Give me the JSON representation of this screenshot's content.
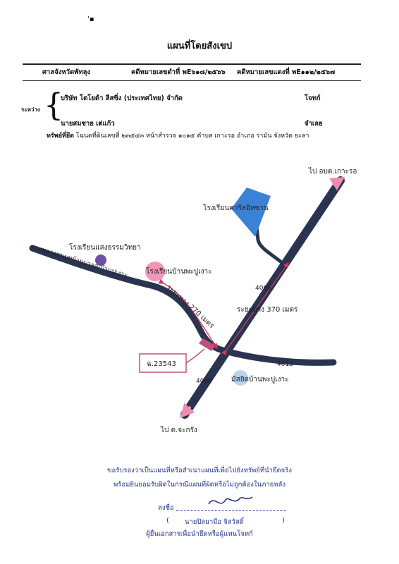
{
  "header": {
    "title": "แผนที่โดยสังเขป",
    "court": "ศาลจังหวัดพัทลุง",
    "black_case": "คดีหมายเลขดำที่ พE๖๑๘/๒๕๖๖",
    "red_case": "คดีหมายเลขแดงที่ พE๑๑๒/๒๕๖๗"
  },
  "parties": {
    "between_label": "ระหว่าง",
    "plaintiff_name": "บริษัท โตโยต้า ลีสซิ่ง (ประเทศไทย) จำกัด",
    "plaintiff_role": "โจทก์",
    "defendant_name": "นายสมชาย เต่แก้ว",
    "defendant_role": "จำเลย"
  },
  "property": {
    "label": "ทรัพย์ที่ยึด",
    "text": "โฉนดที่ดินเลขที่ ๒๓๕๔๓ หน้าสำรวจ ๑๐๑๕ ตำบล เกาะรอ อำเภอ รามัน จังหวัด ยะลา"
  },
  "map": {
    "to_north": "ไป อบต.เกาะรอ",
    "to_south": "ไป ต.จะกรัง",
    "school_1": "โรงเรียนคาริลอิหซาน",
    "school_2": "โรงเรียนแสงธรรมวิทยา",
    "school_3": "โรงเรียนบ้านพะปูเงาะ",
    "mosque": "มัสยิดบ้านพะปูเงาะ",
    "left_road_text": "ทางหลวงชนบทบ้านบาลอ-บ้านปูเงาะ",
    "road_number_1": "4066",
    "road_number_2": "4066",
    "road_number_3": "4013",
    "distance_1": "ระยะทาง 270 เมตร",
    "distance_2": "ระยะทาง 370 เมตร",
    "plot_label": "ฉ.23543"
  },
  "certification": {
    "line_1": "ขอรับรองว่าเป็นแผนที่หรือสำเนาแผนที่เพื่อไปยังทรัพย์ที่นำยึดจริง",
    "line_2": "พร้อมยินยอมรับผิดในกรณีแผนที่ผิดหรือไม่ถูกต้องในภายหลัง",
    "sign_label": "ลงชื่อ",
    "signer_name": "นายปิลยามีอ จิสวัสดิ์",
    "signer_role": "ผู้ยื่นเอกสารเพื่อนำยึดหรือผู้แทนโจทก์"
  },
  "colors": {
    "road": "#2a3450",
    "school_1": "#3b82d6",
    "school_2": "#6b4fa8",
    "school_3": "#f08bb0",
    "mosque": "#b9d4f2",
    "distance_arrow": "#d9365a",
    "plot": "#c0507a",
    "cert_text": "#23378a"
  }
}
